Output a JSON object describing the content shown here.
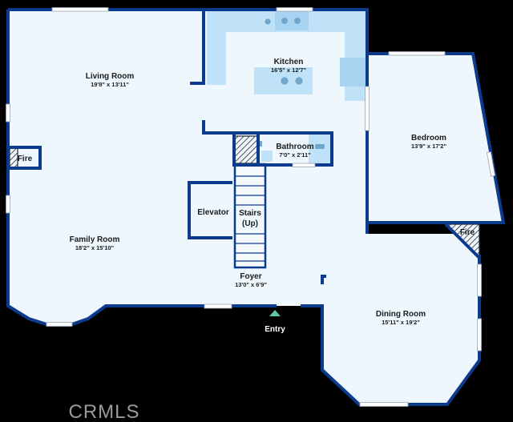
{
  "floorplan": {
    "rooms": {
      "living": {
        "name": "Living Room",
        "dims": "19'8\" x 13'11\""
      },
      "kitchen": {
        "name": "Kitchen",
        "dims": "16'5\" x 12'7\""
      },
      "bathroom": {
        "name": "Bathroom",
        "dims": "7'0\" x 2'11\""
      },
      "bedroom": {
        "name": "Bedroom",
        "dims": "13'9\" x 17'2\""
      },
      "elevator": {
        "name": "Elevator"
      },
      "stairs": {
        "line1": "Stairs",
        "line2": "(Up)"
      },
      "family": {
        "name": "Family Room",
        "dims": "18'2\" x 15'10\""
      },
      "foyer": {
        "name": "Foyer",
        "dims": "13'0\" x 6'9\""
      },
      "dining": {
        "name": "Dining Room",
        "dims": "15'11\" x 19'2\""
      }
    },
    "fireplaces": {
      "left": "Fire",
      "right": "Fire"
    },
    "entry": "Entry",
    "watermark": "CRMLS",
    "colors": {
      "wall": "#0c3a8c",
      "floor": "#eef7fd",
      "fixture": "#bfe2f8",
      "entry_marker": "#5fc8a8",
      "background": "#000000"
    }
  }
}
